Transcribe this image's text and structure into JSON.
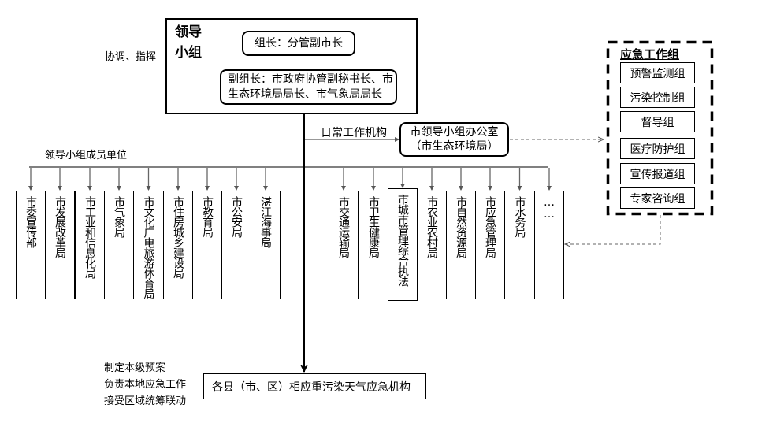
{
  "leader_group": {
    "title_line1": "领导",
    "title_line2": "小组",
    "chief": "组长：分管副市长",
    "deputy": "副组长：市政府协管副秘书长、市生态环境局局长、市气象局局长"
  },
  "coordination_label": "协调、指挥",
  "daily_org_label": "日常工作机构",
  "office": {
    "line1": "市领导小组办公室",
    "line2": "（市生态环境局）"
  },
  "member_units_label": "领导小组成员单位",
  "member_units": {
    "left": [
      "市委宣传部",
      "市发展改革局",
      "市工业和信息化局",
      "市气象局",
      "市文化广电旅游体育局",
      "市住房城乡建设局",
      "市教育局",
      "市公安局",
      "湛江海事局"
    ],
    "right": [
      "市交通运输局",
      "市卫生健康局",
      "市城市管理综合执法",
      "市农业农村局",
      "市自然资源局",
      "市应急管理局",
      "市水务局",
      "……"
    ]
  },
  "emergency_group": {
    "title": "应急工作组",
    "items": [
      "预警监测组",
      "污染控制组",
      "督导组",
      "医疗防护组",
      "宣传报道组",
      "专家咨询组"
    ]
  },
  "county_org": "各县（市、区）相应重污染天气应急机构",
  "county_duties": [
    "制定本级预案",
    "负责本地应急工作",
    "接受区域统筹联动"
  ]
}
